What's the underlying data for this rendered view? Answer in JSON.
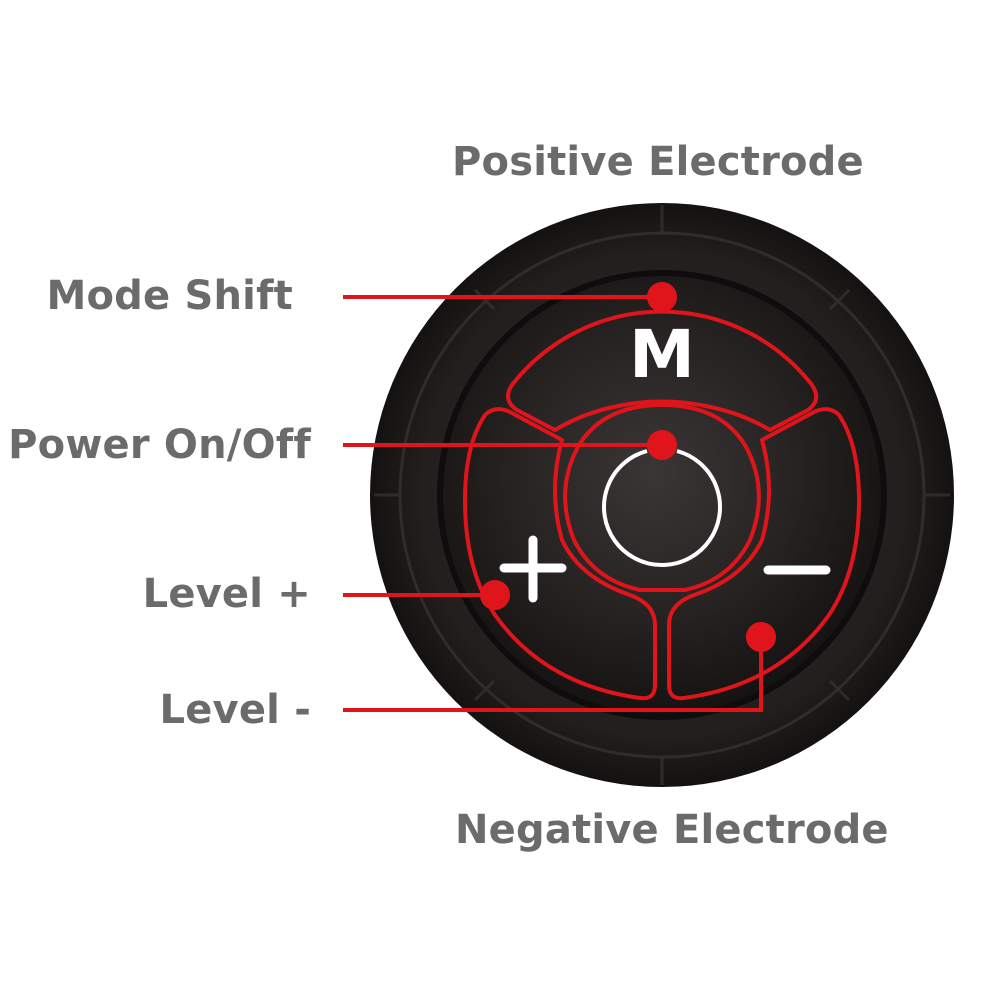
{
  "labels": {
    "positive_electrode": "Positive Electrode",
    "negative_electrode": "Negative Electrode",
    "mode_shift": "Mode Shift",
    "power": "Power On/Off",
    "level_plus": "Level +",
    "level_minus": "Level -"
  },
  "buttons": {
    "mode_glyph": "M"
  },
  "colors": {
    "label_text": "#6b6b6b",
    "accent_red": "#e0151c",
    "device_body": "#1a1717",
    "glyph_white": "#ffffff"
  }
}
